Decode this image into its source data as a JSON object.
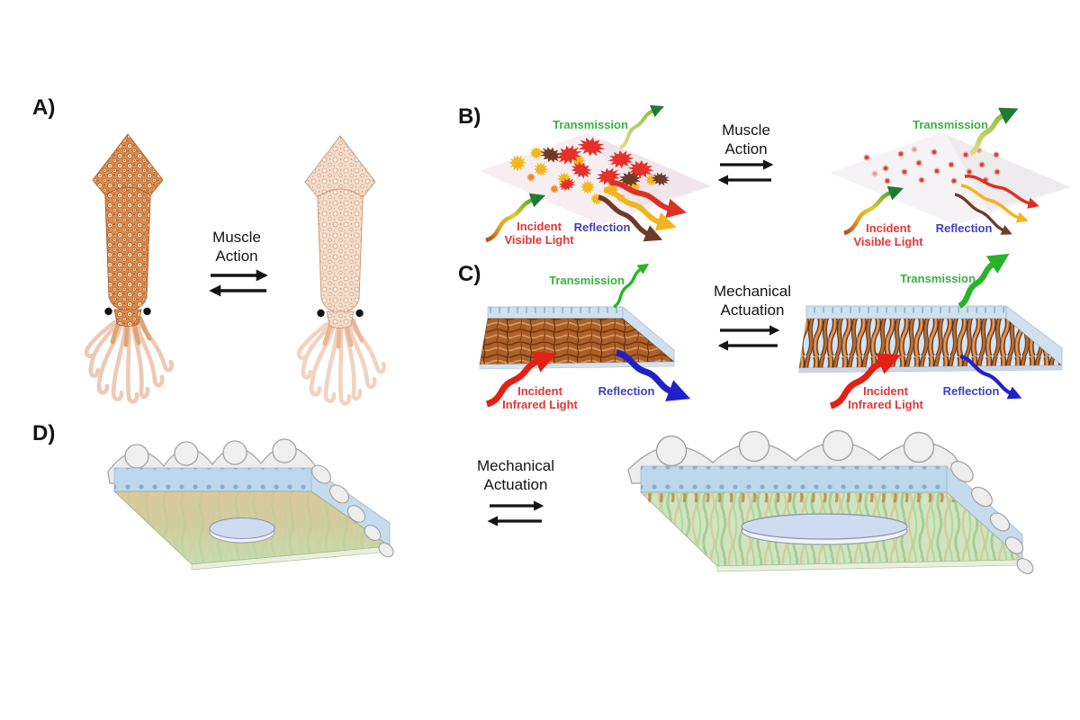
{
  "colors": {
    "transmission_green": "#3cb043",
    "incident_red": "#e23636",
    "reflection_blue": "#3f3fc6",
    "label_black": "#141414"
  },
  "panels": {
    "a": {
      "label": "A)",
      "process": "Muscle Action"
    },
    "b": {
      "label": "B)",
      "process": "Muscle Action",
      "left": {
        "transmission": "Transmission",
        "incident": "Incident Visible Light",
        "reflection": "Reflection"
      },
      "right": {
        "transmission": "Transmission",
        "incident": "Incident Visible Light",
        "reflection": "Reflection"
      }
    },
    "c": {
      "label": "C)",
      "process": "Mechanical Actuation",
      "left": {
        "transmission": "Transmission",
        "incident": "Incident Infrared Light",
        "reflection": "Reflection"
      },
      "right": {
        "transmission": "Transmission",
        "incident": "Incident Infrared Light",
        "reflection": "Reflection"
      }
    },
    "d": {
      "label": "D)",
      "process": "Mechanical Actuation"
    }
  }
}
